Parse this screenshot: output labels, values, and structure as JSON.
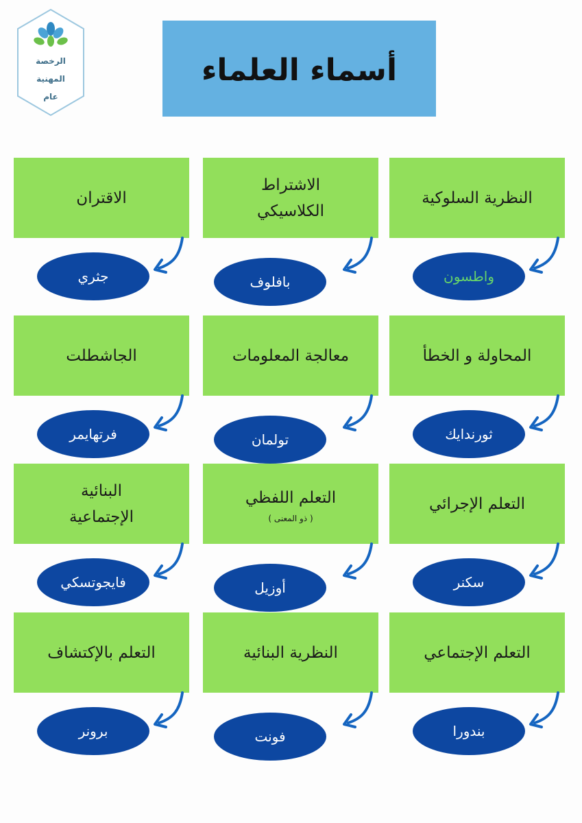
{
  "logo": {
    "line1": "الرخصة",
    "line2": "المهنية",
    "line3": "عام"
  },
  "title": "أسماء العلماء",
  "colors": {
    "title_bg": "#64b1e1",
    "card_bg": "#92df5b",
    "oval_bg": "#0d47a1",
    "arrow": "#1565c0",
    "oval_text": "#ffffff",
    "highlight_text": "#66d36a"
  },
  "rows": [
    [
      {
        "theory": [
          "النظرية السلوكية"
        ],
        "scientist": "واطسون",
        "scientist_highlight": true
      },
      {
        "theory": [
          "الاشتراط",
          "الكلاسيكي"
        ],
        "scientist": "بافلوف"
      },
      {
        "theory": [
          "الاقتران"
        ],
        "scientist": "جثري"
      }
    ],
    [
      {
        "theory": [
          "المحاولة و الخطأ"
        ],
        "scientist": "ثورندايك"
      },
      {
        "theory": [
          "معالجة المعلومات"
        ],
        "scientist": "تولمان"
      },
      {
        "theory": [
          "الجاشطلت"
        ],
        "scientist": "فرتهايمر"
      }
    ],
    [
      {
        "theory": [
          "التعلم الإجرائي"
        ],
        "scientist": "سكنر"
      },
      {
        "theory": [
          "التعلم اللفظي"
        ],
        "note": "( ذو المعنى )",
        "scientist": "أوزيل"
      },
      {
        "theory": [
          "البنائية",
          "الإجتماعية"
        ],
        "scientist": "فايجوتسكي"
      }
    ],
    [
      {
        "theory": [
          "التعلم الإجتماعي"
        ],
        "scientist": "بندورا"
      },
      {
        "theory": [
          "النظرية البنائية"
        ],
        "scientist": "فونت"
      },
      {
        "theory": [
          "التعلم بالإكتشاف"
        ],
        "scientist": "برونر"
      }
    ]
  ]
}
